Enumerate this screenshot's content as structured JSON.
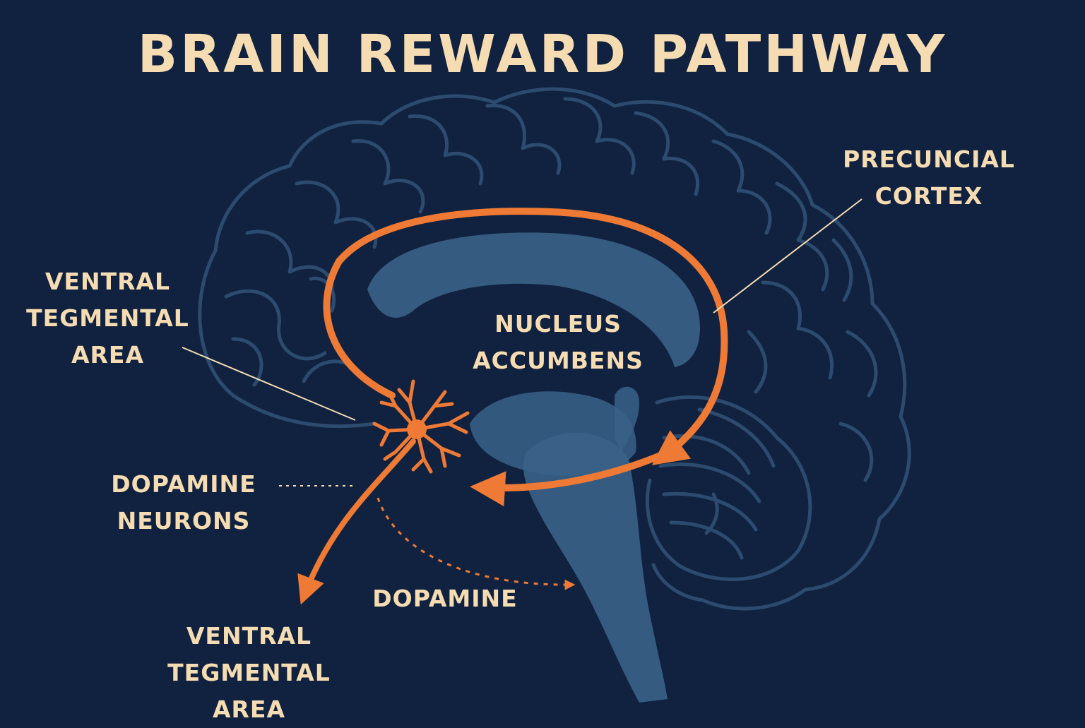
{
  "title": "BRAIN REWARD PATHWAY",
  "labels": {
    "precuncial_cortex": [
      "PRECUNCIAL",
      "CORTEX"
    ],
    "vta_upper": [
      "VENTRAL",
      "TEGMENTAL",
      "AREA"
    ],
    "nucleus_accumbens": [
      "NUCLEUS",
      "ACCUMBENS"
    ],
    "dopamine_neurons": [
      "DOPAMINE",
      "NEURONS"
    ],
    "dopamine": "DOPAMINE",
    "vta_lower": [
      "VENTRAL",
      "TEGMENTAL",
      "AREA"
    ]
  },
  "colors": {
    "background": "#10223f",
    "text": "#f6dcb2",
    "pathway": "#ee7a35",
    "brain_outline": "#2d4b6e",
    "brain_fill": "#3a6288"
  }
}
